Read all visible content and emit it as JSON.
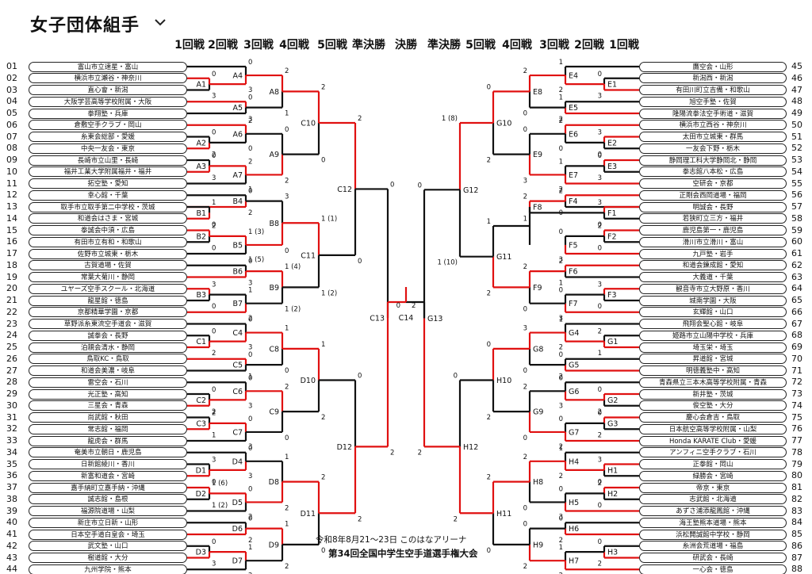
{
  "title": "女子団体組手",
  "dropdown_icon": "chevron-down-icon",
  "rounds_header": [
    "1回戦",
    "2回戦",
    "3回戦",
    "4回戦",
    "5回戦",
    "準決勝",
    "決勝",
    "準決勝",
    "5回戦",
    "4回戦",
    "3回戦",
    "2回戦",
    "1回戦"
  ],
  "left_teams": [
    {
      "seed": "01",
      "name": "富山市立速星・富山"
    },
    {
      "seed": "02",
      "name": "横浜市立瀬谷・神奈川"
    },
    {
      "seed": "03",
      "name": "直心會・新潟"
    },
    {
      "seed": "04",
      "name": "大阪学芸高等学校附属・大阪"
    },
    {
      "seed": "05",
      "name": "拳翔塾・兵庫"
    },
    {
      "seed": "06",
      "name": "倉敷空手クラブ・岡山"
    },
    {
      "seed": "07",
      "name": "糸東会総部・愛媛"
    },
    {
      "seed": "08",
      "name": "中央一友会・東京"
    },
    {
      "seed": "09",
      "name": "長崎市立山里・長崎"
    },
    {
      "seed": "10",
      "name": "福井工業大学附属福井・福井"
    },
    {
      "seed": "11",
      "name": "拓空塾・愛知"
    },
    {
      "seed": "12",
      "name": "幸心館・千葉"
    },
    {
      "seed": "13",
      "name": "取手市立取手第二中学校・茨城"
    },
    {
      "seed": "14",
      "name": "和道会はさま・宮城"
    },
    {
      "seed": "15",
      "name": "拳誠会中須・広島"
    },
    {
      "seed": "16",
      "name": "有田市立有和・和歌山"
    },
    {
      "seed": "17",
      "name": "佐野市立城東・栃木"
    },
    {
      "seed": "18",
      "name": "古賀道場・佐賀"
    },
    {
      "seed": "19",
      "name": "常葉大菊川・静岡"
    },
    {
      "seed": "20",
      "name": "ユヤーズ空手スクール・北海道"
    },
    {
      "seed": "21",
      "name": "龍星館・徳島"
    },
    {
      "seed": "22",
      "name": "京都精華学園・京都"
    },
    {
      "seed": "23",
      "name": "草野派糸東流空手道会・滋賀"
    },
    {
      "seed": "24",
      "name": "誠拳会・長野"
    },
    {
      "seed": "25",
      "name": "泊親会清水・静岡"
    },
    {
      "seed": "26",
      "name": "鳥取KC・鳥取"
    },
    {
      "seed": "27",
      "name": "和道会美濃・岐阜"
    },
    {
      "seed": "28",
      "name": "雷空会・石川"
    },
    {
      "seed": "29",
      "name": "光正塾・高知"
    },
    {
      "seed": "30",
      "name": "三星会・青森"
    },
    {
      "seed": "31",
      "name": "尚武館・秋田"
    },
    {
      "seed": "32",
      "name": "常志館・福岡"
    },
    {
      "seed": "33",
      "name": "龍虎会・群馬"
    },
    {
      "seed": "34",
      "name": "奄美市立朝日・鹿児島"
    },
    {
      "seed": "35",
      "name": "日新館綾川・香川"
    },
    {
      "seed": "36",
      "name": "新富和道会・宮崎"
    },
    {
      "seed": "37",
      "name": "嘉手納町立嘉手納・沖縄"
    },
    {
      "seed": "38",
      "name": "誠志館・島根"
    },
    {
      "seed": "39",
      "name": "福源院道場・山梨"
    },
    {
      "seed": "40",
      "name": "新庄市立日新・山形"
    },
    {
      "seed": "41",
      "name": "日本空手道白皇会・埼玉"
    },
    {
      "seed": "42",
      "name": "武文塾・山口"
    },
    {
      "seed": "43",
      "name": "樹道館・大分"
    },
    {
      "seed": "44",
      "name": "九州学院・熊本"
    }
  ],
  "right_teams": [
    {
      "seed": "45",
      "name": "鷹空会・山形"
    },
    {
      "seed": "46",
      "name": "新潟西・新潟"
    },
    {
      "seed": "47",
      "name": "有田川町立吉備・和歌山"
    },
    {
      "seed": "48",
      "name": "旭空手塾・佐賀"
    },
    {
      "seed": "49",
      "name": "隆陽流拳法空手術道・滋賀"
    },
    {
      "seed": "50",
      "name": "横浜市立西谷・神奈川"
    },
    {
      "seed": "51",
      "name": "太田市立城東・群馬"
    },
    {
      "seed": "52",
      "name": "一友会下野・栃木"
    },
    {
      "seed": "53",
      "name": "静岡理工科大学静岡北・静岡"
    },
    {
      "seed": "54",
      "name": "拳志館八本松・広島"
    },
    {
      "seed": "55",
      "name": "空研会・京都"
    },
    {
      "seed": "56",
      "name": "正剛会西岡道場・福岡"
    },
    {
      "seed": "57",
      "name": "明誠会・長野"
    },
    {
      "seed": "58",
      "name": "若狭町立三方・福井"
    },
    {
      "seed": "59",
      "name": "鹿児島第一・鹿児島"
    },
    {
      "seed": "60",
      "name": "滑川市立滑川・富山"
    },
    {
      "seed": "61",
      "name": "九戸塾・岩手"
    },
    {
      "seed": "62",
      "name": "和道会錬成館・愛知"
    },
    {
      "seed": "63",
      "name": "大義道・千葉"
    },
    {
      "seed": "64",
      "name": "観音寺市立大野原・香川"
    },
    {
      "seed": "65",
      "name": "城南学園・大阪"
    },
    {
      "seed": "66",
      "name": "玄輝館・山口"
    },
    {
      "seed": "67",
      "name": "飛翔会聖心館・岐阜"
    },
    {
      "seed": "68",
      "name": "姫路市立山陽中学校・兵庫"
    },
    {
      "seed": "69",
      "name": "埼玉栄・埼玉"
    },
    {
      "seed": "70",
      "name": "昇道館・宮城"
    },
    {
      "seed": "71",
      "name": "明徳義塾中・高知"
    },
    {
      "seed": "72",
      "name": "青森県立三本木高等学校附属・青森"
    },
    {
      "seed": "73",
      "name": "新井塾・茨城"
    },
    {
      "seed": "74",
      "name": "俊空塾・大分"
    },
    {
      "seed": "75",
      "name": "慶心会倉吉・鳥取"
    },
    {
      "seed": "76",
      "name": "日本航空高等学校附属・山梨"
    },
    {
      "seed": "77",
      "name": "Honda KARATE Club・愛媛"
    },
    {
      "seed": "78",
      "name": "アンフィニ空手クラブ・石川"
    },
    {
      "seed": "79",
      "name": "正拳館・岡山"
    },
    {
      "seed": "80",
      "name": "緑勝会・宮崎"
    },
    {
      "seed": "81",
      "name": "帝京・東京"
    },
    {
      "seed": "82",
      "name": "志武館・北海道"
    },
    {
      "seed": "83",
      "name": "あずさ浦添龍鳳館・沖縄"
    },
    {
      "seed": "84",
      "name": "海王塾熊本道場・熊本"
    },
    {
      "seed": "85",
      "name": "浜松開誠館中学校・静岡"
    },
    {
      "seed": "86",
      "name": "糸洲会荒道場・福島"
    },
    {
      "seed": "87",
      "name": "研武会・長崎"
    },
    {
      "seed": "88",
      "name": "一心会・徳島"
    }
  ],
  "match_labels": {
    "A1": "A1",
    "A2": "A2",
    "A3": "A3",
    "A4": "A4",
    "A5": "A5",
    "A6": "A6",
    "A7": "A7",
    "A8": "A8",
    "A9": "A9",
    "B1": "B1",
    "B2": "B2",
    "B3": "B3",
    "B4": "B4",
    "B5": "B5",
    "B6": "B6",
    "B7": "B7",
    "B8": "B8",
    "B9": "B9",
    "C1": "C1",
    "C2": "C2",
    "C3": "C3",
    "C4": "C4",
    "C5": "C5",
    "C6": "C6",
    "C7": "C7",
    "C8": "C8",
    "C9": "C9",
    "C10": "C10",
    "C11": "C11",
    "C12": "C12",
    "C13": "C13",
    "C14": "C14",
    "D1": "D1",
    "D2": "D2",
    "D3": "D3",
    "D4": "D4",
    "D5": "D5",
    "D6": "D6",
    "D7": "D7",
    "D8": "D8",
    "D9": "D9",
    "D10": "D10",
    "D11": "D11",
    "D12": "D12",
    "E1": "E1",
    "E2": "E2",
    "E3": "E3",
    "E4": "E4",
    "E5": "E5",
    "E6": "E6",
    "E7": "E7",
    "E8": "E8",
    "E9": "E9",
    "F1": "F1",
    "F2": "F2",
    "F3": "F3",
    "F4": "F4",
    "F5": "F5",
    "F6": "F6",
    "F7": "F7",
    "F8": "F8",
    "F9": "F9",
    "G1": "G1",
    "G2": "G2",
    "G3": "G3",
    "G4": "G4",
    "G5": "G5",
    "G6": "G6",
    "G7": "G7",
    "G8": "G8",
    "G9": "G9",
    "G10": "G10",
    "G11": "G11",
    "G12": "G12",
    "G13": "G13",
    "H1": "H1",
    "H2": "H2",
    "H3": "H3",
    "H4": "H4",
    "H5": "H5",
    "H6": "H6",
    "H7": "H7",
    "H8": "H8",
    "H9": "H9",
    "H10": "H10",
    "H11": "H11",
    "H12": "H12"
  },
  "scores": {
    "s_01": "0",
    "s_02": "3",
    "s_03": "0",
    "s_04": "3",
    "s_05": "0",
    "s_06": "3",
    "s_07": "2",
    "s_08": "1",
    "s_09": "0",
    "s_10": "2",
    "s_11": "2",
    "s_12": "0",
    "s_13": "0",
    "s_14": "3",
    "s_15": "2",
    "s_16": "1",
    "s_17": "0",
    "s_18": "2",
    "s_19": "2",
    "s_20": "0",
    "s_21": "0",
    "s_22": "2",
    "s_23": "1",
    "s_24": "0",
    "s_25": "2",
    "s_26": "0",
    "s_27": "3",
    "s_28": "0",
    "s_29": "0",
    "s_30": "3",
    "s_31": "1",
    "s_32": "2",
    "s_33": "0",
    "s_34": "2",
    "s_35": "1 (3)",
    "s_36": "1 (5)",
    "s_37": "1 (1)",
    "s_38": "1 (2)",
    "s_39": "0",
    "s_40": "3",
    "s_41": "3",
    "s_42": "0",
    "s_43": "1",
    "s_44": "2",
    "s_45": "1 (4)",
    "s_46": "1 (2)",
    "s_47": "0",
    "s_48": "2",
    "s_49": "0",
    "s_50": "3",
    "s_51": "0",
    "s_52": "1",
    "s_53": "0",
    "s_54": "2",
    "s_55": "2",
    "s_56": "0",
    "s_57": "1",
    "s_58": "0",
    "s_59": "1",
    "s_60": "2",
    "s_61": "0",
    "s_62": "3",
    "s_63": "2",
    "s_64": "1",
    "s_65": "0",
    "s_66": "3",
    "s_67": "2",
    "s_68": "0",
    "s_69": "3",
    "s_70": "0",
    "s_71": "0",
    "s_72": "3",
    "s_73": "0",
    "s_74": "2",
    "s_75": "1 (6)",
    "s_76": "1 (2)",
    "s_77": "1",
    "s_78": "2",
    "s_79": "0",
    "s_80": "2",
    "s_81": "1",
    "s_82": "2",
    "s_83": "0",
    "s_84": "3",
    "s_85": "1",
    "s_86": "2",
    "s_87": "2",
    "s_88": "0",
    "s_89": "0",
    "s_90": "2",
    "s_91": "0",
    "s_92": "2",
    "s_101": "0",
    "s_102": "3",
    "s_103": "1",
    "s_104": "2",
    "s_105": "1",
    "s_106": "2",
    "s_107": "0",
    "s_108": "2",
    "s_109": "2",
    "s_110": "0",
    "s_111": "2",
    "s_112": "0",
    "s_113": "3",
    "s_114": "0",
    "s_115": "0",
    "s_116": "3",
    "s_117": "1",
    "s_118": "2",
    "s_119": "0",
    "s_120": "3",
    "s_121": "1 (8)",
    "s_122": "1 (10)",
    "s_123": "2",
    "s_124": "0",
    "s_125": "3",
    "s_126": "0",
    "s_127": "2",
    "s_128": "1",
    "s_129": "2",
    "s_130": "0",
    "s_131": "0",
    "s_132": "3",
    "s_133": "1",
    "s_134": "2",
    "s_135": "2",
    "s_136": "1",
    "s_137": "2",
    "s_138": "0",
    "s_139": "1",
    "s_140": "2",
    "s_141": "3",
    "s_142": "0",
    "s_143": "0",
    "s_144": "3",
    "s_145": "2",
    "s_146": "1",
    "s_147": "1",
    "s_148": "2",
    "s_149": "0",
    "s_150": "2",
    "s_151": "0",
    "s_152": "2",
    "s_153": "0",
    "s_154": "3",
    "s_155": "3",
    "s_156": "0",
    "s_157": "0",
    "s_158": "2",
    "s_159": "0",
    "s_160": "2",
    "s_161": "2",
    "s_162": "0",
    "s_163": "0",
    "s_164": "2",
    "s_165": "3",
    "s_166": "0",
    "s_167": "1",
    "s_168": "2",
    "s_169": "2",
    "s_170": "0",
    "s_171": "0",
    "s_172": "3",
    "s_173": "2",
    "s_174": "0",
    "s_175": "0",
    "s_176": "2",
    "s_177": "0",
    "s_178": "2",
    "s_179": "1",
    "s_180": "2",
    "s_181": "0",
    "s_182": "2",
    "s_183": "2",
    "s_184": "0",
    "s_185": "0",
    "s_186": "2",
    "s_190": "0",
    "s_191": "2",
    "s_192": "0",
    "s_193": "2",
    "s_194": "2",
    "s_195": "0"
  },
  "footer": {
    "date_venue": "令和8年8月21〜23日 このはなアリーナ",
    "event_name": "第34回全国中学生空手道選手権大会"
  },
  "colors": {
    "winner_path": "#e01010",
    "line": "#111111"
  }
}
